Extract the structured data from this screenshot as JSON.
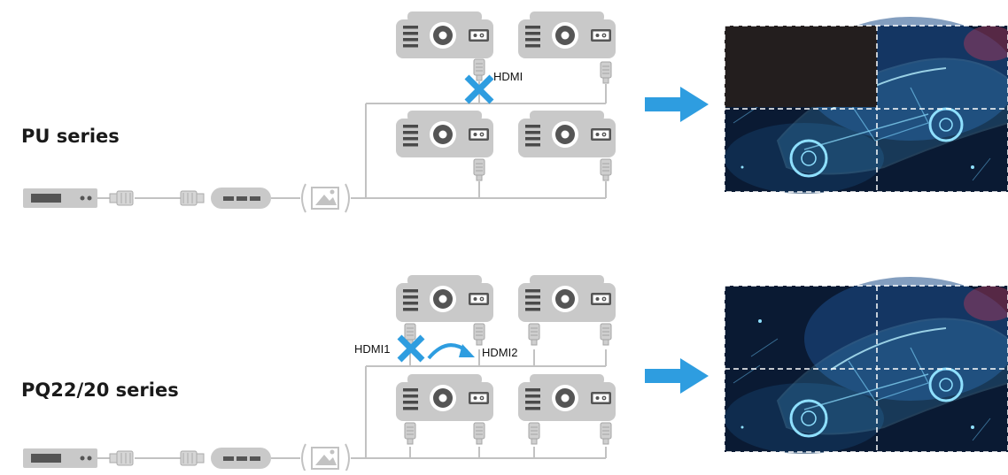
{
  "rows": [
    {
      "series_label": "PU series",
      "hdmi_label": "HDMI",
      "connection_state": "blocked",
      "screen_state": "top-left panel dark"
    },
    {
      "series_label": "PQ22/20 series",
      "hdmi_in_label": "HDMI1",
      "hdmi_out_label": "HDMI2",
      "connection_state": "rerouted",
      "screen_state": "all panels lit"
    }
  ],
  "colors": {
    "device_gray": "#c9c9c9",
    "device_dark": "#555555",
    "cable_gray": "#c2c2c2",
    "accent_blue": "#2e9de0",
    "screen_bg": "#0a1a33"
  },
  "icons": [
    "source-player-icon",
    "hdmi-plug-icon",
    "extender-icon",
    "image-signal-icon",
    "projector-icon",
    "blocked-x-icon",
    "reroute-arrow-icon",
    "flow-arrow-icon",
    "video-wall-screen"
  ]
}
